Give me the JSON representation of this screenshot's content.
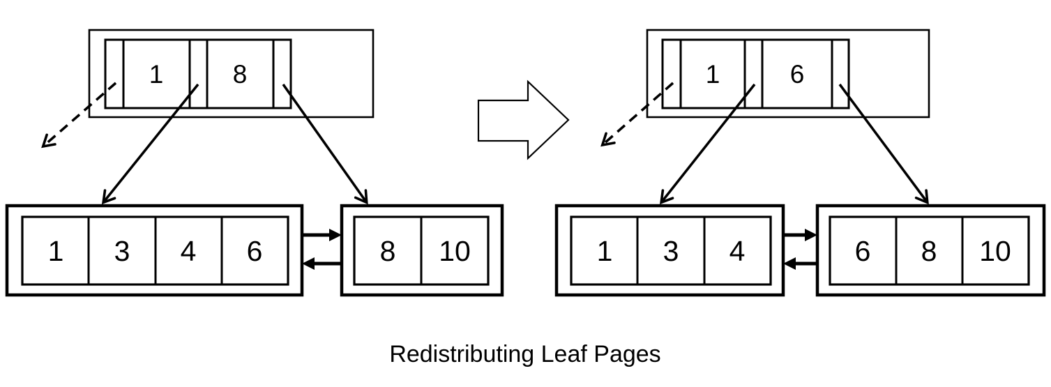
{
  "caption": "Redistributing Leaf Pages",
  "colors": {
    "ink": "#000000",
    "background": "#ffffff"
  },
  "diagrams": [
    {
      "root": {
        "keys": [
          "1",
          "8"
        ]
      },
      "leaves": [
        {
          "keys": [
            "1",
            "3",
            "4",
            "6"
          ]
        },
        {
          "keys": [
            "8",
            "10"
          ]
        }
      ]
    },
    {
      "root": {
        "keys": [
          "1",
          "6"
        ]
      },
      "leaves": [
        {
          "keys": [
            "1",
            "3",
            "4"
          ]
        },
        {
          "keys": [
            "6",
            "8",
            "10"
          ]
        }
      ]
    }
  ]
}
